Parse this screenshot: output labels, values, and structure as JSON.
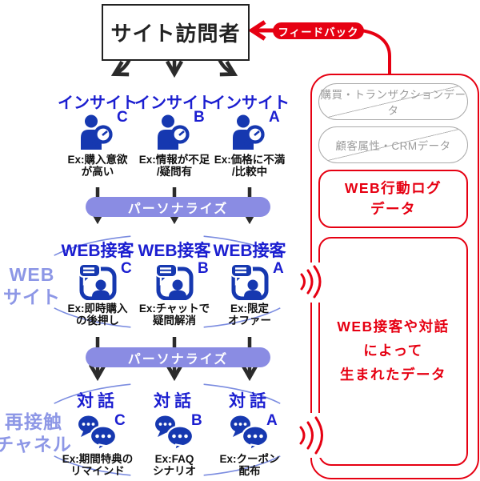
{
  "colors": {
    "accent_red": "#e60012",
    "title_blue": "#1b1ed0",
    "icon_blue": "#1638b0",
    "personalize_purple": "#8a8ce3",
    "side_label_purple": "#8d97e6",
    "disabled_gray": "#9b9b9b"
  },
  "visitor_box": {
    "label": "サイト訪問者"
  },
  "feedback": {
    "label": "フィードバック"
  },
  "personalize_bar": {
    "label": "パーソナライズ"
  },
  "side_labels": {
    "web": "WEB\nサイト",
    "retouch": "再接触\nチャネル"
  },
  "insight_row": {
    "columns": [
      {
        "title": "インサイト",
        "letter": "C",
        "ex": "Ex:購入意欲\nが高い"
      },
      {
        "title": "インサイト",
        "letter": "B",
        "ex": "Ex:情報が不足\n/疑問有"
      },
      {
        "title": "インサイト",
        "letter": "A",
        "ex": "Ex:価格に不満\n/比較中"
      }
    ]
  },
  "web_row": {
    "columns": [
      {
        "title": "WEB接客",
        "letter": "C",
        "ex": "Ex:即時購入\nの後押し"
      },
      {
        "title": "WEB接客",
        "letter": "B",
        "ex": "Ex:チャットで\n疑問解消"
      },
      {
        "title": "WEB接客",
        "letter": "A",
        "ex": "Ex:限定\nオファー"
      }
    ]
  },
  "dialog_row": {
    "columns": [
      {
        "title": "対話",
        "letter": "C",
        "ex": "Ex:期間特典の\nリマインド"
      },
      {
        "title": "対話",
        "letter": "B",
        "ex": "Ex:FAQ\nシナリオ"
      },
      {
        "title": "対話",
        "letter": "A",
        "ex": "Ex:クーポン\n配布"
      }
    ]
  },
  "data_panel": {
    "crossed_out": [
      "購買・トランザクションデータ",
      "顧客属性・CRMデータ"
    ],
    "highlighted": [
      "WEB行動ログ\nデータ",
      "WEB接客や対話\nによって\n生まれたデータ"
    ]
  },
  "icons": {
    "insight": "person-magnifier-icon",
    "web": "chat-avatar-icon",
    "dialog": "speech-bubbles-icon",
    "waves": "signal-waves-icon",
    "feedback_arrow": "left-arrow-icon"
  }
}
